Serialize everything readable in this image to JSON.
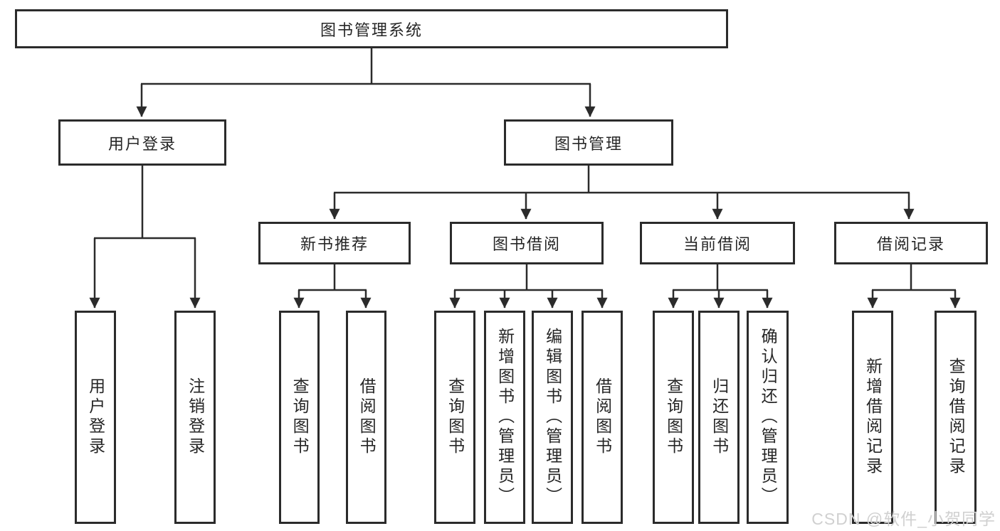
{
  "title": "图书管理系统",
  "branches": [
    {
      "label": "用户登录",
      "children": [
        "用户登录",
        "注销登录"
      ]
    },
    {
      "label": "图书管理",
      "groups": [
        {
          "label": "新书推荐",
          "children": [
            "查询图书",
            "借阅图书"
          ]
        },
        {
          "label": "图书借阅",
          "children": [
            "查询图书",
            "新增图书（管理员）",
            "编辑图书（管理员）",
            "借阅图书"
          ]
        },
        {
          "label": "当前借阅",
          "children": [
            "查询图书",
            "归还图书",
            "确认归还（管理员）"
          ]
        },
        {
          "label": "借阅记录",
          "children": [
            "新增借阅记录",
            "查询借阅记录"
          ]
        }
      ]
    }
  ],
  "watermark": "CSDN @软件_小贺同学",
  "colors": {
    "line": "#2b2b2b",
    "text": "#262626",
    "watermark": "#d0d0d0",
    "background": "#ffffff"
  }
}
